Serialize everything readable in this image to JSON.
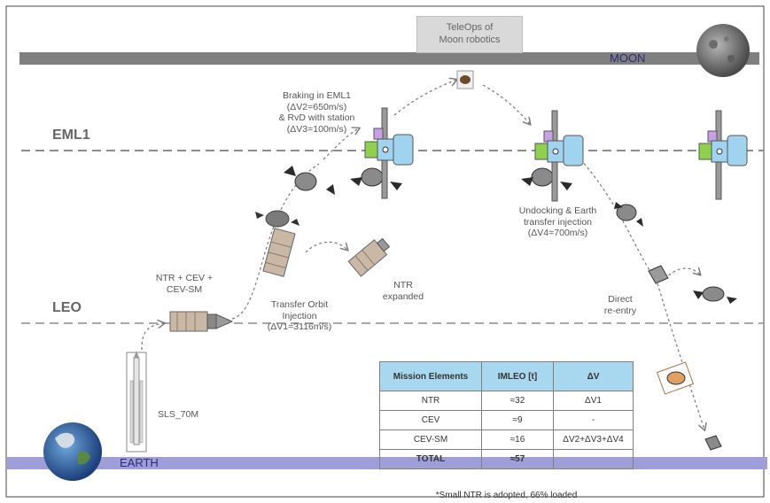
{
  "levels": {
    "moon": "MOON",
    "eml1": "EML1",
    "leo": "LEO",
    "earth": "EARTH"
  },
  "teleops": {
    "line1": "TeleOps of",
    "line2": "Moon robotics"
  },
  "labels": {
    "braking": [
      "Braking in EML1",
      "(ΔV2=650m/s)",
      "& RvD with station",
      "(ΔV3=100m/s)"
    ],
    "undocking": [
      "Undocking & Earth",
      "transfer injection",
      "(ΔV4=700m/s)"
    ],
    "ntr_cev": [
      "NTR + CEV +",
      "CEV-SM"
    ],
    "ntr_expanded": [
      "NTR",
      "expanded"
    ],
    "toi": [
      "Transfer Orbit",
      "Injection",
      "(ΔV1=3116m/s)"
    ],
    "reentry": [
      "Direct",
      "re-entry"
    ],
    "sls": "SLS_70M"
  },
  "table": {
    "headers": [
      "Mission Elements",
      "IMLEO [t]",
      "ΔV"
    ],
    "rows": [
      [
        "NTR",
        "≈32",
        "ΔV1"
      ],
      [
        "CEV",
        "≈9",
        "-"
      ],
      [
        "CEV-SM",
        "≈16",
        "ΔV2+ΔV3+ΔV4"
      ],
      [
        "TOTAL",
        "≈57",
        ""
      ]
    ]
  },
  "footnote": "*Small NTR is adopted, 66% loaded",
  "colors": {
    "moon_band": "#7f7f7f",
    "earth_band": "#9e9ed8",
    "dashed_line": "#8c8c8c",
    "table_header": "#a8d8ef",
    "module_green": "#8fd14f",
    "module_blue": "#9fd3f0",
    "module_purple": "#c9a0e8"
  }
}
